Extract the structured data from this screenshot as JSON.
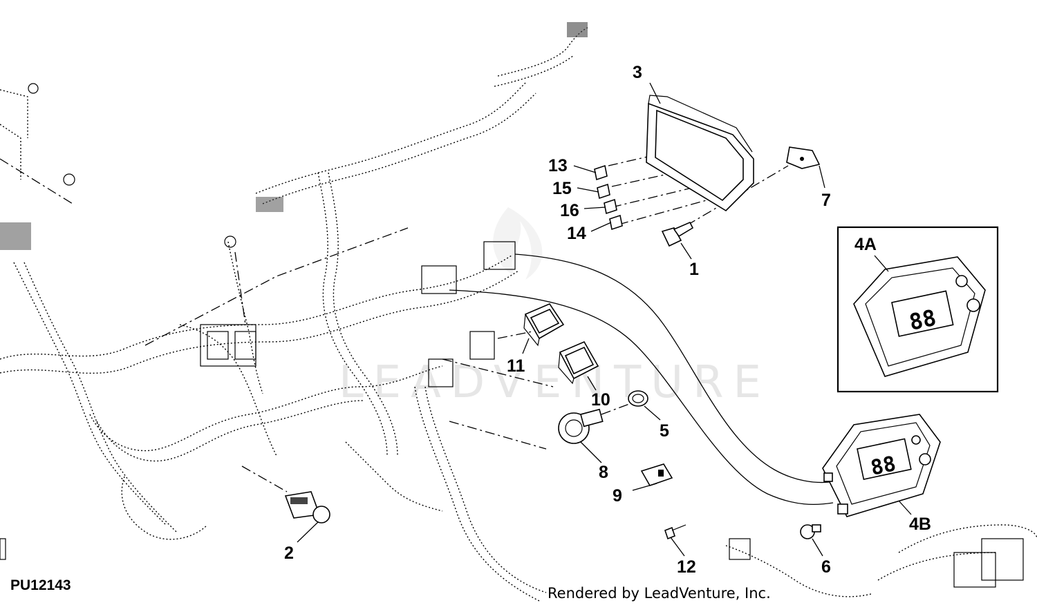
{
  "diagram": {
    "figure_id": "PU12143",
    "credit": "Rendered by LeadVenture, Inc.",
    "watermark": "LEADVENTURE",
    "callouts": {
      "c1": "1",
      "c2": "2",
      "c3": "3",
      "c4b": "4B",
      "c5": "5",
      "c6": "6",
      "c7": "7",
      "c8": "8",
      "c9": "9",
      "c10": "10",
      "c11": "11",
      "c12": "12",
      "c13": "13",
      "c14": "14",
      "c15": "15",
      "c16": "16"
    },
    "inset": {
      "label": "4A"
    },
    "display": {
      "digits": "88"
    }
  }
}
